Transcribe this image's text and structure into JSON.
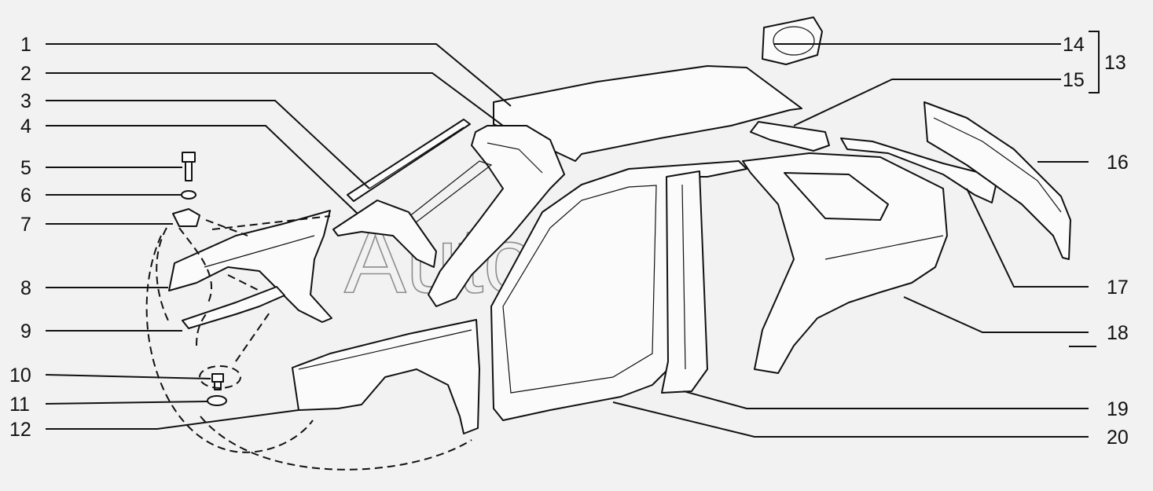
{
  "watermark": "AutoSoft",
  "callouts_left": [
    "1",
    "2",
    "3",
    "4",
    "5",
    "6",
    "7",
    "8",
    "9",
    "10",
    "11",
    "12"
  ],
  "callouts_right": [
    "14",
    "15",
    "13",
    "16",
    "17",
    "18",
    "19",
    "20"
  ]
}
